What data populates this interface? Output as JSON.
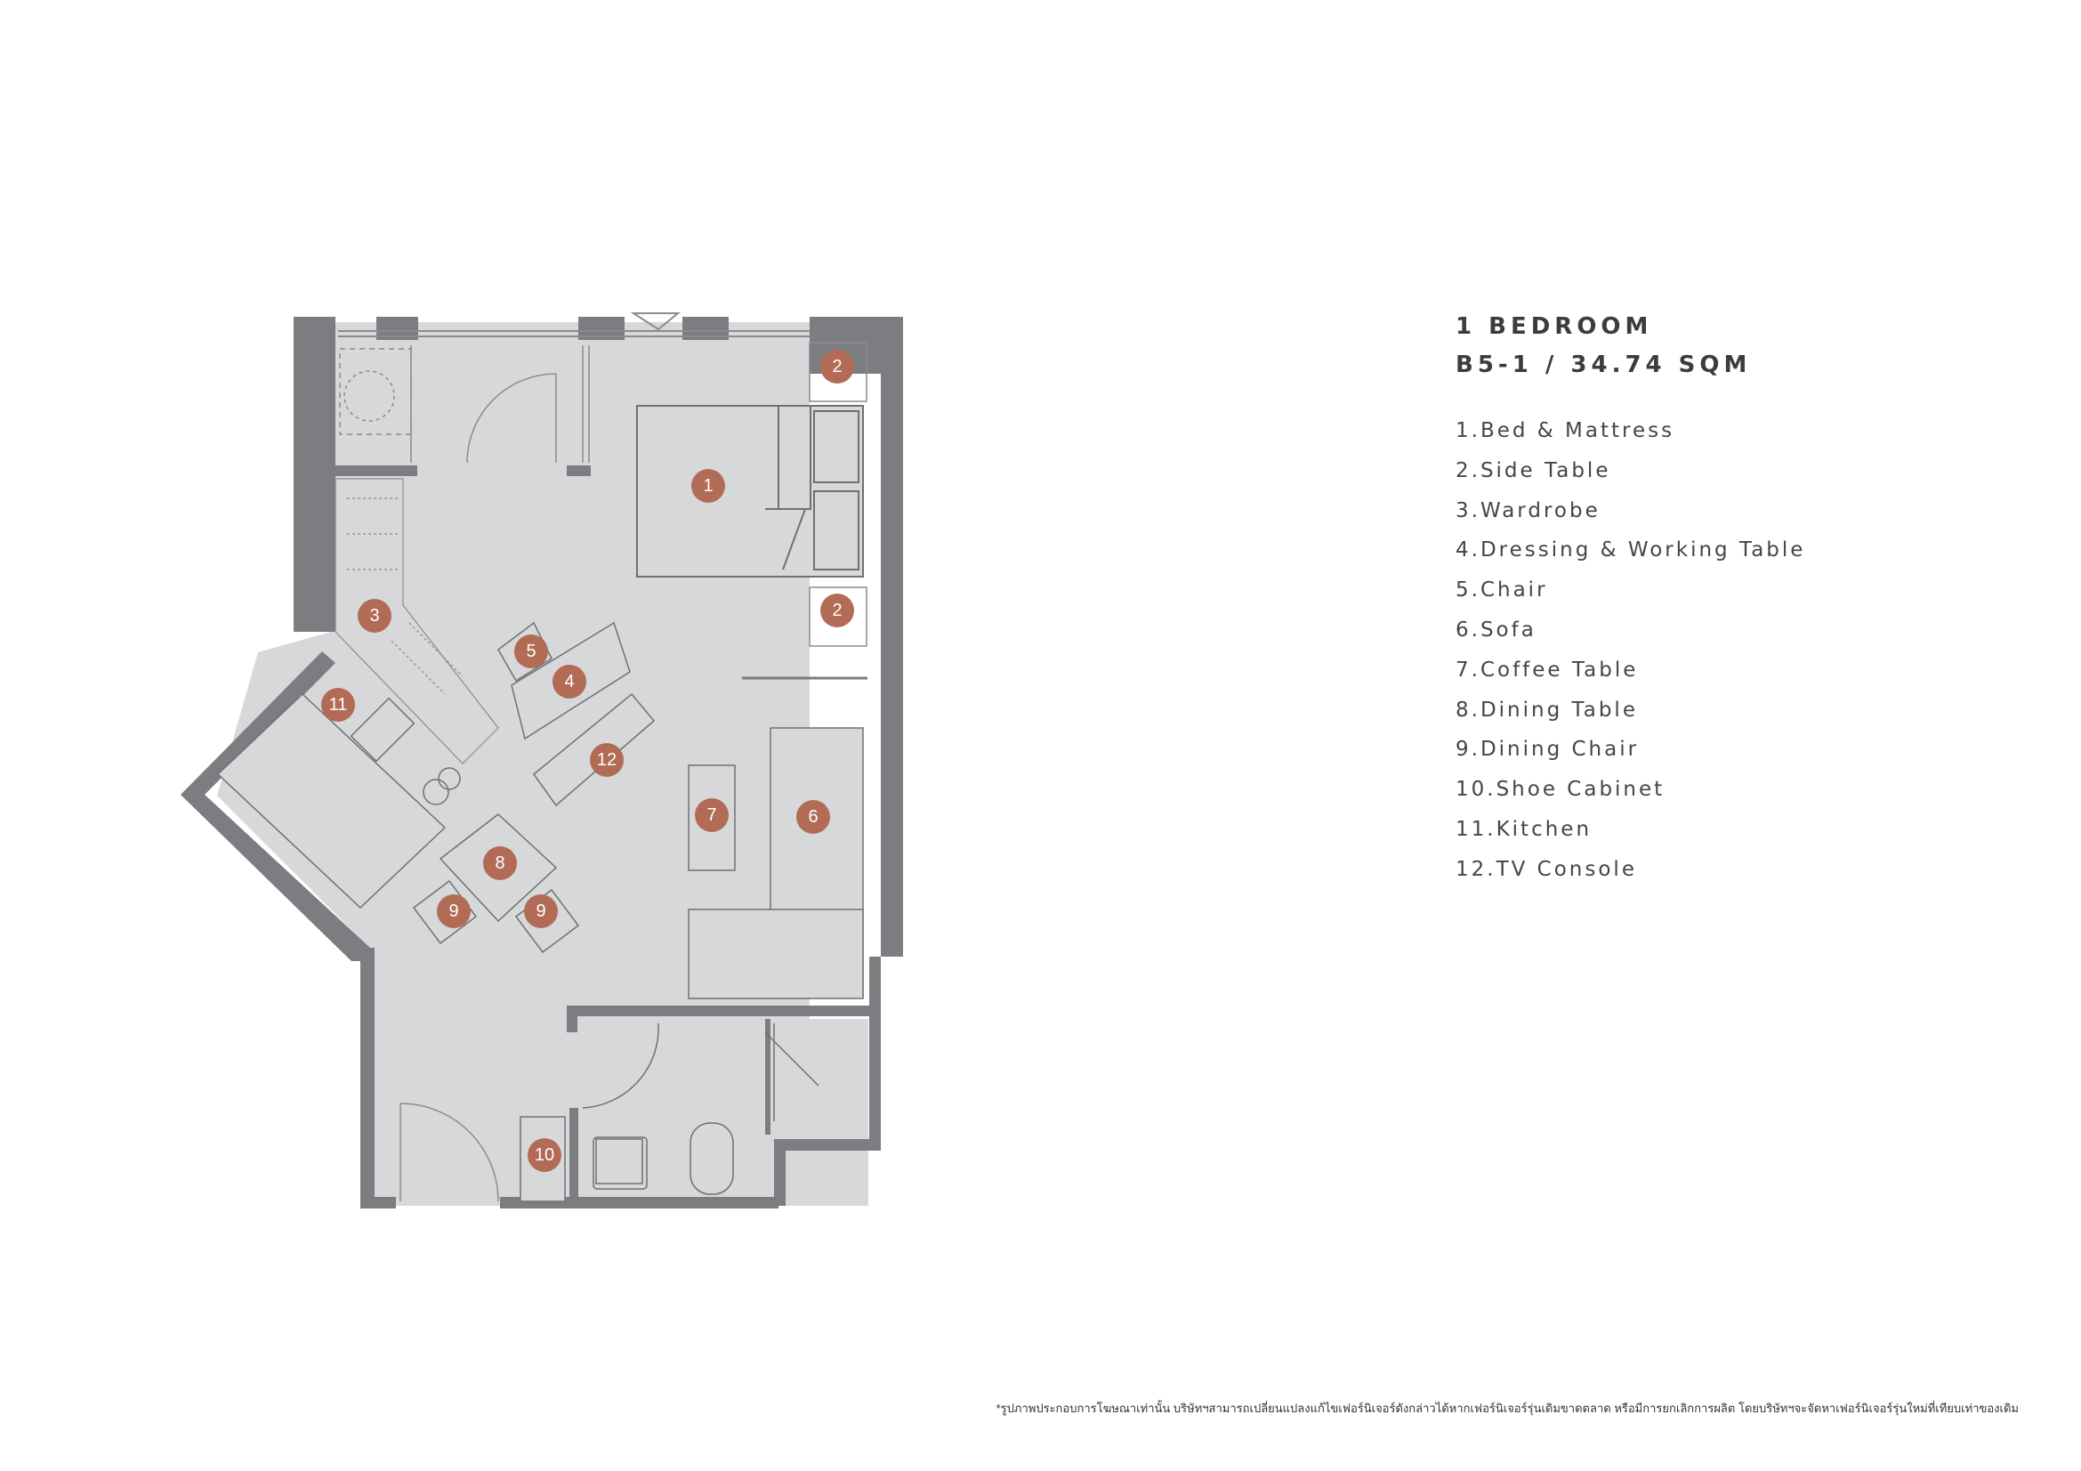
{
  "unit": {
    "type_label": "1 BEDROOM",
    "code_area": "B5-1 / 34.74 SQM"
  },
  "legend": [
    {
      "number": "1",
      "label": "1.Bed & Mattress"
    },
    {
      "number": "2",
      "label": "2.Side Table"
    },
    {
      "number": "3",
      "label": "3.Wardrobe"
    },
    {
      "number": "4",
      "label": "4.Dressing & Working Table"
    },
    {
      "number": "5",
      "label": "5.Chair"
    },
    {
      "number": "6",
      "label": "6.Sofa"
    },
    {
      "number": "7",
      "label": "7.Coffee Table"
    },
    {
      "number": "8",
      "label": "8.Dining Table"
    },
    {
      "number": "9",
      "label": "9.Dining Chair"
    },
    {
      "number": "10",
      "label": "10.Shoe Cabinet"
    },
    {
      "number": "11",
      "label": "11.Kitchen"
    },
    {
      "number": "12",
      "label": "12.TV Console"
    }
  ],
  "markers": [
    "1",
    "2",
    "2",
    "3",
    "4",
    "5",
    "6",
    "7",
    "8",
    "9",
    "9",
    "10",
    "11",
    "12"
  ],
  "disclaimer": "*รูปภาพประกอบการโฆษณาเท่านั้น บริษัทฯสามารถเปลี่ยนแปลงแก้ไขเฟอร์นิเจอร์ดังกล่าวได้หากเฟอร์นิเจอร์รุ่นเดิมขาดตลาด หรือมีการยกเลิกการผลิต โดยบริษัทฯจะจัดหาเฟอร์นิเจอร์รุ่นใหม่ที่เทียบเท่าของเดิม",
  "colors": {
    "wall": "#7b7d80",
    "floor": "#d7d8da",
    "marker": "#b26b54",
    "line": "#8a8b8d"
  }
}
